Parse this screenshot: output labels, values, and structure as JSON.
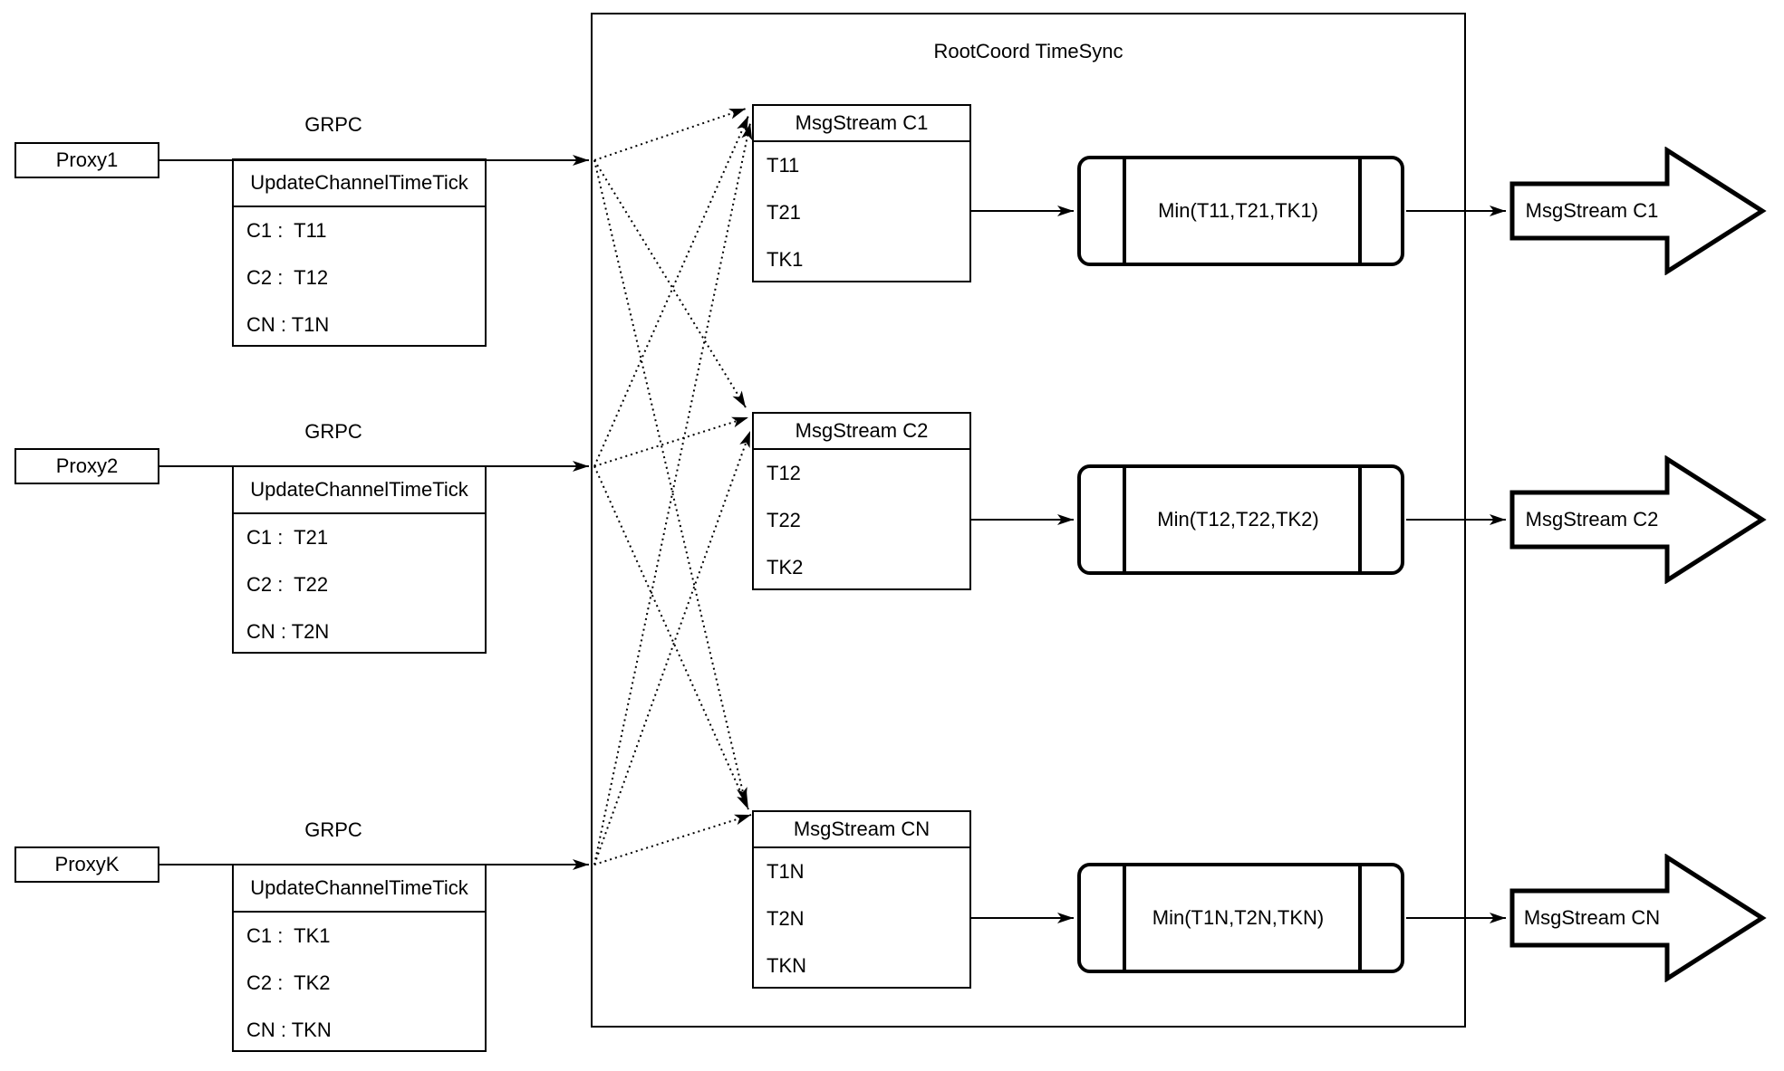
{
  "diagram_title": "RootCoord TimeSync",
  "rows": [
    {
      "proxy_label": "Proxy1",
      "grpc_label": "GRPC",
      "update_table": {
        "header": "UpdateChannelTimeTick",
        "entries": [
          "C1 :  T11",
          "C2 :  T12",
          "CN : T1N"
        ]
      },
      "msgstream_box": {
        "header": "MsgStream C1",
        "entries": [
          "T11",
          "T21",
          "TK1"
        ]
      },
      "min_label": "Min(T11,T21,TK1)",
      "output_arrow_label": "MsgStream C1"
    },
    {
      "proxy_label": "Proxy2",
      "grpc_label": "GRPC",
      "update_table": {
        "header": "UpdateChannelTimeTick",
        "entries": [
          "C1 :  T21",
          "C2 :  T22",
          "CN : T2N"
        ]
      },
      "msgstream_box": {
        "header": "MsgStream C2",
        "entries": [
          "T12",
          "T22",
          "TK2"
        ]
      },
      "min_label": "Min(T12,T22,TK2)",
      "output_arrow_label": "MsgStream C2"
    },
    {
      "proxy_label": "ProxyK",
      "grpc_label": "GRPC",
      "update_table": {
        "header": "UpdateChannelTimeTick",
        "entries": [
          "C1 :  TK1",
          "C2 :  TK2",
          "CN : TKN"
        ]
      },
      "msgstream_box": {
        "header": "MsgStream CN",
        "entries": [
          "T1N",
          "T2N",
          "TKN"
        ]
      },
      "min_label": "Min(T1N,T2N,TKN)",
      "output_arrow_label": "MsgStream CN"
    }
  ],
  "colors": {
    "stroke": "#000000",
    "fill": "#ffffff"
  }
}
